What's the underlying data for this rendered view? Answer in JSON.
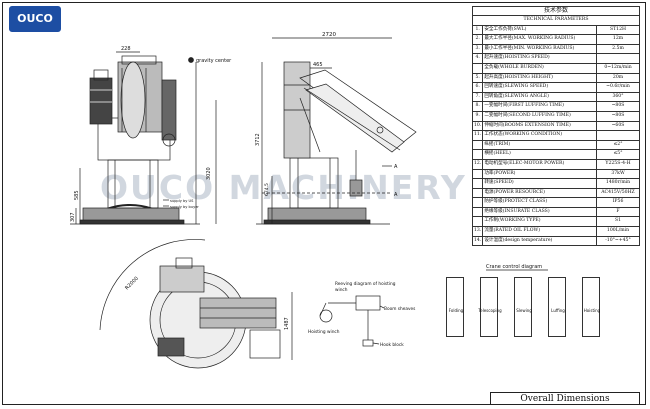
{
  "logo": {
    "text": "OUCO"
  },
  "watermark": "OUCO MACHINERY",
  "params": {
    "title_cn": "技术参数",
    "title_en": "TECHNICAL PARAMETERS",
    "rows": [
      {
        "n": "1.",
        "label": "安全工作负荷(SWL)",
        "value": "ST12H"
      },
      {
        "n": "2.",
        "label": "最大工作半径(MAX. WORKING RADIUS)",
        "value": "12m"
      },
      {
        "n": "3.",
        "label": "最小工作半径(MIN. WORKING RADIUS)",
        "value": "2.5m"
      },
      {
        "n": "4.",
        "label": "起升速度(HOISTING SPEED)",
        "value": ""
      },
      {
        "n": "",
        "label": "全负载(WHOLE BURDEN)",
        "value": "0~12m/min"
      },
      {
        "n": "5.",
        "label": "起升高度(HOISTING HEIGHT)",
        "value": "20m"
      },
      {
        "n": "6.",
        "label": "回转速度(SLEWING SPEED)",
        "value": "~0.6r/min"
      },
      {
        "n": "7.",
        "label": "回转角度(SLEWING ANGLE)",
        "value": "360°"
      },
      {
        "n": "8.",
        "label": "一变幅时间(FIRST LUFFING TIME)",
        "value": "~80S"
      },
      {
        "n": "9.",
        "label": "二变幅时间(SECOND LUFFING TIME)",
        "value": "~80S"
      },
      {
        "n": "10.",
        "label": "伸缩时间(BOOMS EXTENSION TIME)",
        "value": "~60S"
      },
      {
        "n": "11.",
        "label": "工作状态(WORKING CONDITION)",
        "value": ""
      },
      {
        "n": "",
        "label": "纵摇(TRIM)",
        "value": "≤2°"
      },
      {
        "n": "",
        "label": "横摇(HEEL)",
        "value": "≤5°"
      },
      {
        "n": "12.",
        "label": "电动机型号(ELEC-MOTOR POWER)",
        "value": "Y225S-4-H"
      },
      {
        "n": "",
        "label": "功率(POWER)",
        "value": "37kW"
      },
      {
        "n": "",
        "label": "转速(SPEED)",
        "value": "1480r/min"
      },
      {
        "n": "",
        "label": "电源(POWER RESOURCE)",
        "value": "AC415V/50HZ"
      },
      {
        "n": "",
        "label": "防护等级(PROTECT CLASS)",
        "value": "IP56"
      },
      {
        "n": "",
        "label": "绝缘等级(INSURATE CLASS)",
        "value": "F"
      },
      {
        "n": "",
        "label": "工作制(WORKING TYPE)",
        "value": "S1"
      },
      {
        "n": "13.",
        "label": "流量(RATED OIL FLOW)",
        "value": "100L/min"
      },
      {
        "n": "14.",
        "label": "设计温度(design temperature)",
        "value": "-10°~+45°"
      }
    ]
  },
  "front_view": {
    "dims": {
      "top": "228",
      "height": "3712"
    },
    "labels": {
      "gravity": "gravity center",
      "supply": "supply by US",
      "supply2": "supply by buyer",
      "d1": "3020",
      "d2": "585",
      "d3": "307"
    }
  },
  "side_view": {
    "dims": {
      "width": "2720",
      "d465": "465",
      "d674": "674.5",
      "d3712": "3712"
    },
    "labels": {
      "a_top": "A",
      "a_bot": "A"
    }
  },
  "plan_view": {
    "dims": {
      "radius": "R2000",
      "d1487": "1487"
    }
  },
  "reeving": {
    "title1": "Reeving diagram of hoisting",
    "title2": "winch",
    "boom_sheaves": "Boom sheaves",
    "hoisting_winch": "Hoisting winch",
    "hook_block": "Hook block"
  },
  "control": {
    "title": "Crane control diagram",
    "items": [
      "Folding",
      "Telescoping",
      "Slewing",
      "Luffing",
      "Hoisting"
    ]
  },
  "footer": "Overall Dimensions"
}
